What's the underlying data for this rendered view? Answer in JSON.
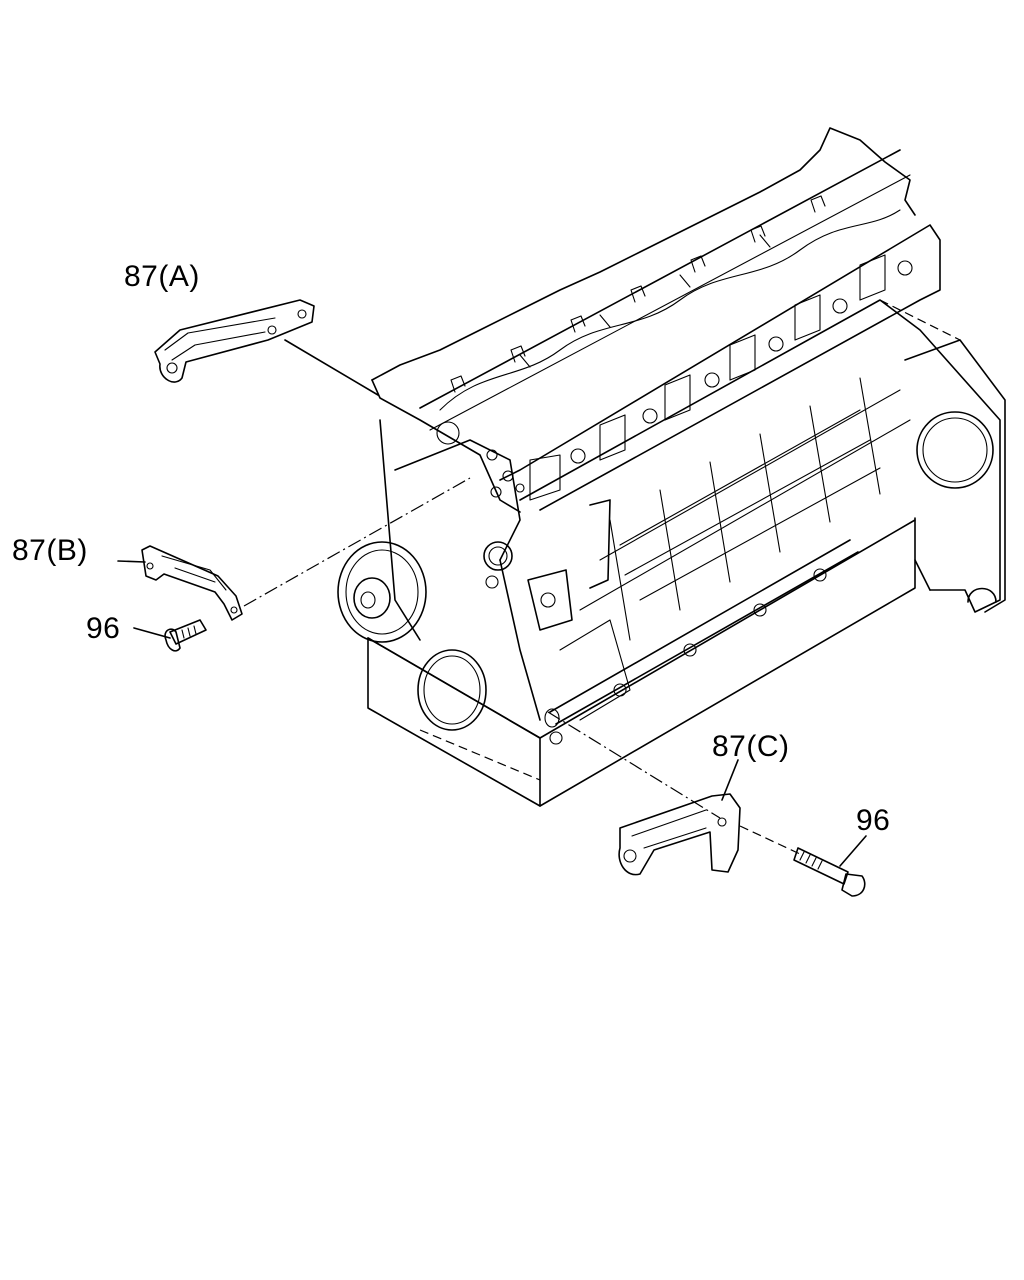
{
  "callouts": [
    {
      "id": "bracket-a",
      "text": "87(A)"
    },
    {
      "id": "bracket-b",
      "text": "87(B)"
    },
    {
      "id": "bolt-b",
      "text": "96"
    },
    {
      "id": "bracket-c",
      "text": "87(C)"
    },
    {
      "id": "bolt-c",
      "text": "96"
    }
  ]
}
